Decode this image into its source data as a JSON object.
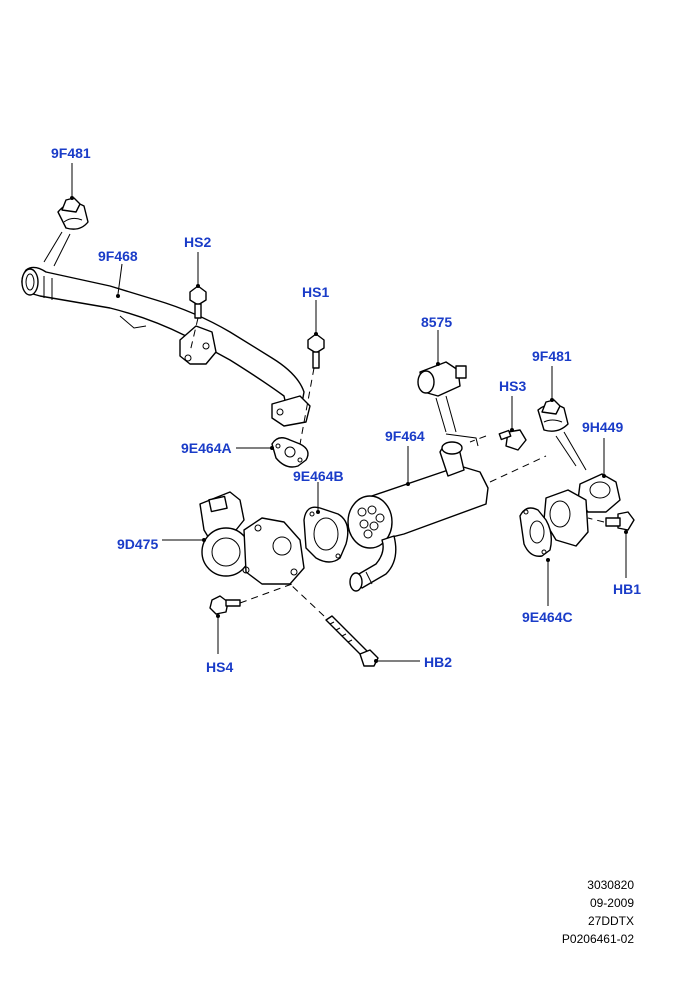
{
  "callouts": {
    "p9F481_top": "9F481",
    "p9F468": "9F468",
    "pHS2": "HS2",
    "pHS1": "HS1",
    "p8575": "8575",
    "p9F481_right": "9F481",
    "pHS3": "HS3",
    "p9H449": "9H449",
    "p9F464": "9F464",
    "p9E464A": "9E464A",
    "p9E464B": "9E464B",
    "p9D475": "9D475",
    "pHB1": "HB1",
    "p9E464C": "9E464C",
    "pHS4": "HS4",
    "pHB2": "HB2"
  },
  "footer": {
    "line1": "3030820",
    "line2": "09-2009",
    "line3": "27DDTX",
    "line4": "P0206461-02"
  },
  "colors": {
    "callout": "#1a3cc8",
    "linework": "#000000"
  }
}
